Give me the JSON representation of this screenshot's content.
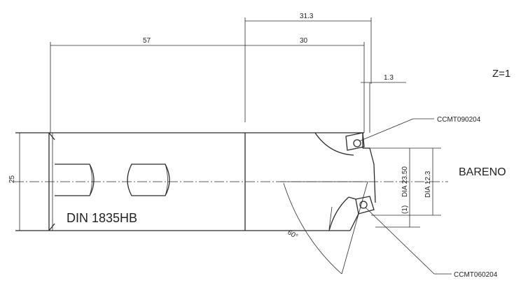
{
  "drawing": {
    "dimensions": {
      "overall_top": "31.3",
      "body_length": "57",
      "head_length": "30",
      "insert_offset": "1.3",
      "shank_dia": "25",
      "bore_dia_large": "DIA 23.50",
      "bore_dia_large_prefix": "(1)",
      "bore_dia_small": "DIA 12.3",
      "angle": "60°"
    },
    "labels": {
      "standard": "DIN 1835HB",
      "operation": "BARENO",
      "teeth": "Z=1",
      "insert_top": "CCMT090204",
      "insert_bottom": "CCMT060204"
    },
    "colors": {
      "line": "#2b2b2b",
      "background": "#ffffff"
    }
  }
}
